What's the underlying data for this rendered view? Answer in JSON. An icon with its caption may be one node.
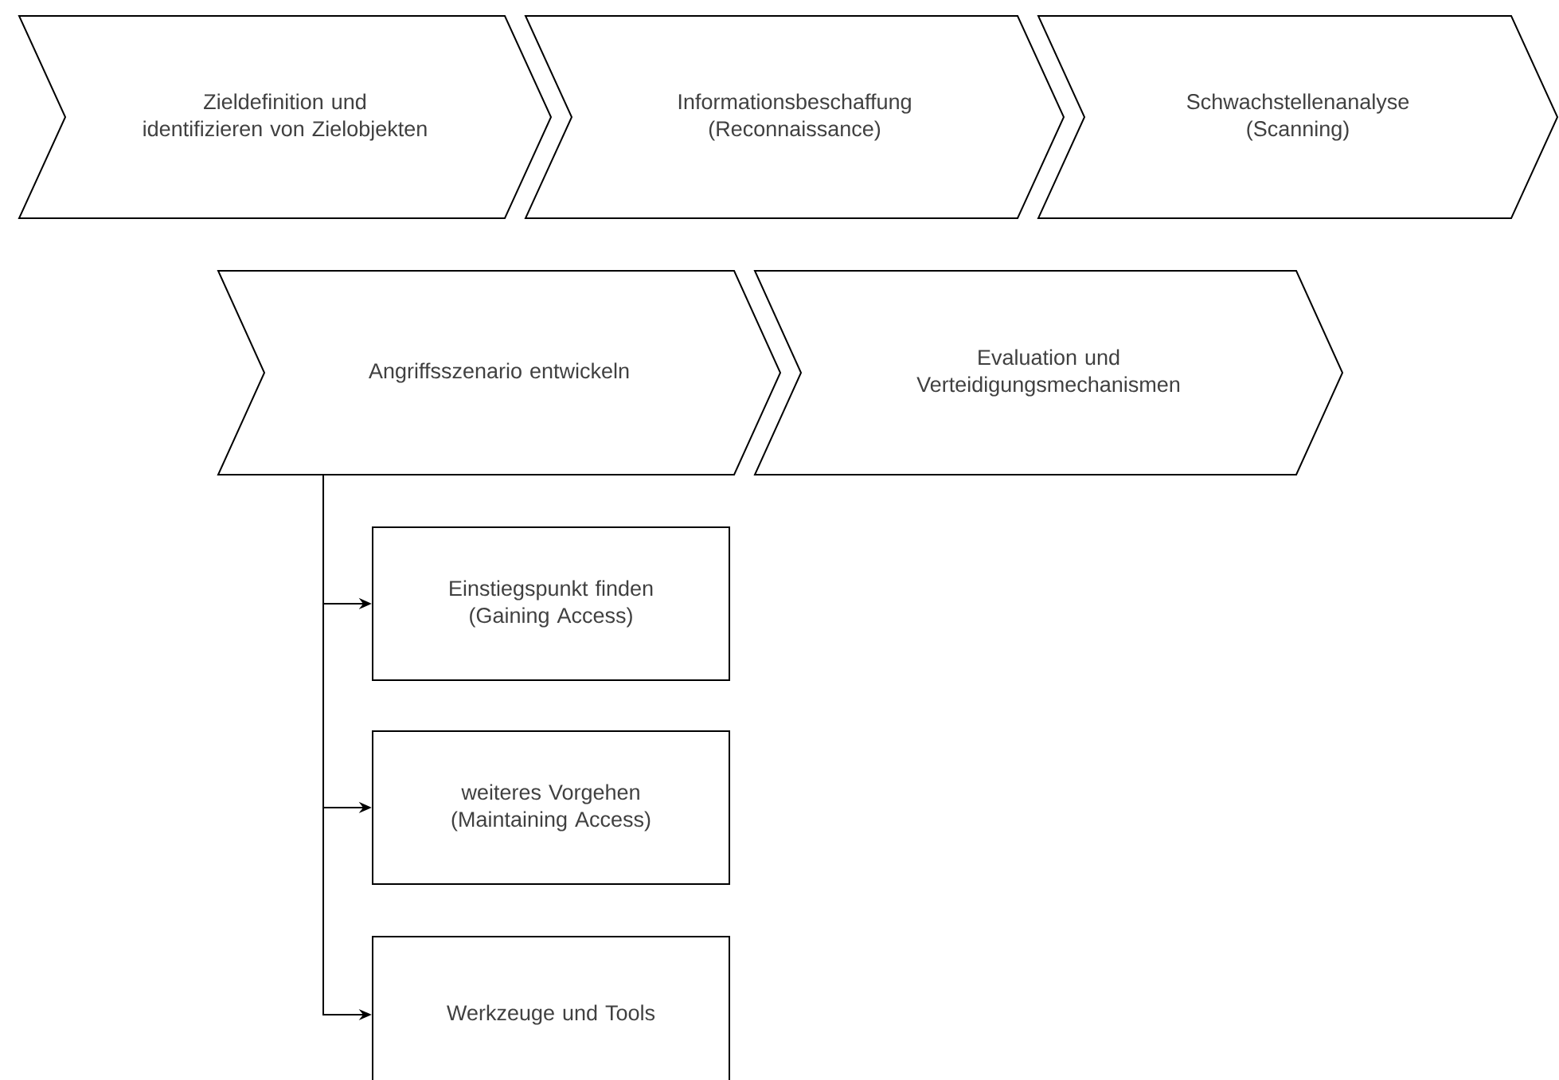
{
  "diagram": {
    "nodes": [
      {
        "text": [
          "Zieldefinition und identifizieren von Zielobjekten"
        ]
      },
      {
        "text": [
          "Informationsbeschaffung (Reconnaissance)"
        ]
      },
      {
        "text": [
          "Schwachstellenanalyse (Scanning)"
        ]
      },
      {
        "text": [
          "Angriffsszenario entwickeln"
        ]
      },
      {
        "text": [
          "Evaluation und Verteidigungsmechanismen"
        ]
      },
      {
        "text": [
          "Einstiegspunkt finden (Gaining Access)"
        ]
      },
      {
        "text": [
          "weiteres Vorgehen (Maintaining Access)"
        ]
      },
      {
        "text": [
          "Werkzeuge und Tools"
        ]
      }
    ],
    "edges": [
      {
        "from": 3,
        "to": 5,
        "arrow": "to"
      },
      {
        "from": 3,
        "to": 6,
        "arrow": "to"
      },
      {
        "from": 3,
        "to": 7,
        "arrow": "to"
      }
    ]
  }
}
